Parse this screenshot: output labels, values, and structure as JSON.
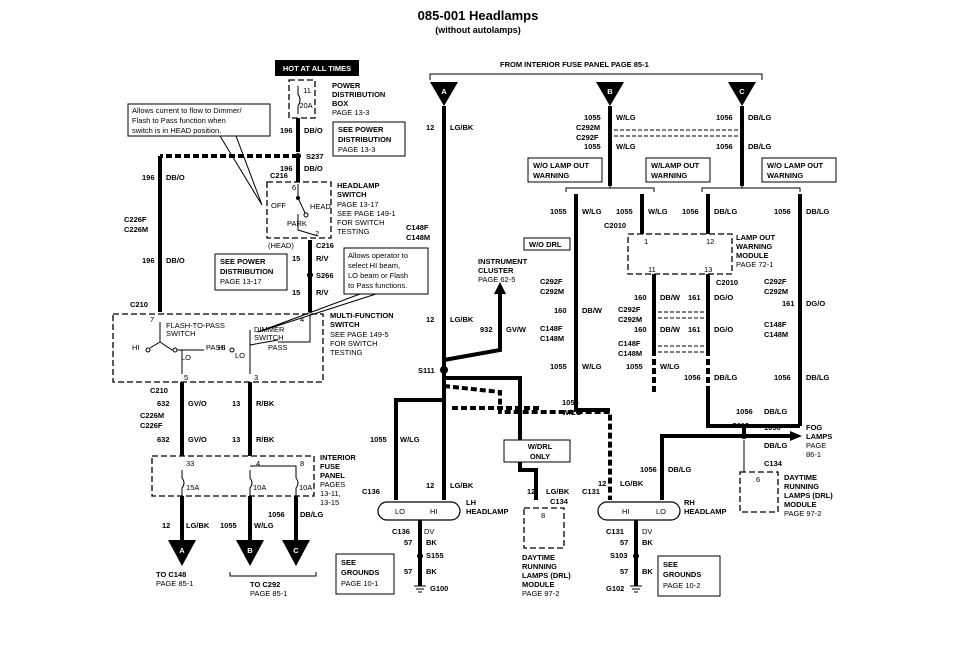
{
  "title": "085-001 Headlamps",
  "subtitle": "(without autolamps)",
  "labels": {
    "hot": "HOT AT ALL TIMES",
    "pdb1": "POWER",
    "pdb2": "DISTRIBUTION",
    "pdb3": "BOX",
    "pdb4": "PAGE 13-3",
    "fuse11": "11",
    "fuse20a": "20A",
    "w196": "196",
    "dbo": "DB/O",
    "seepdb1": "SEE POWER",
    "seepdb2": "DISTRIBUTION",
    "seepdb3": "PAGE 13-3",
    "note1a": "Allows current to flow to Dimmer/",
    "note1b": "Flash to Pass function when",
    "note1c": "switch is in HEAD position.",
    "s237": "S237",
    "c216": "C216",
    "hs1": "HEADLAMP",
    "hs2": "SWITCH",
    "hs3": "PAGE 13-17",
    "hs4": "SEE PAGE 149-1",
    "hs5": "FOR SWITCH",
    "hs6": "TESTING",
    "off": "OFF",
    "park": "PARK",
    "head": "HEAD",
    "c226f": "C226F",
    "c226m": "C226M",
    "c216b": "C216",
    "w15": "15",
    "rv": "R/V",
    "s266": "S266",
    "seepdb4": "SEE POWER",
    "seepdb5": "DISTRIBUTION",
    "seepdb6": "PAGE 13-17",
    "note2a": "Allows operator to",
    "note2b": "select HI beam,",
    "note2c": "LO beam or Flash",
    "note2d": "to Pass functions.",
    "c210": "C210",
    "mfs1": "MULTI-FUNCTION",
    "mfs2": "SWITCH",
    "mfs3": "SEE PAGE 149-5",
    "mfs4": "FOR SWITCH",
    "mfs5": "TESTING",
    "ftp1": "FLASH-TO-PASS",
    "ftp2": "SWITCH",
    "dim1": "DIMMER",
    "dim2": "SWITCH",
    "hi": "HI",
    "lo": "LO",
    "pass": "PASS",
    "w632": "632",
    "gvo": "GV/O",
    "w13": "13",
    "rbk": "R/BK",
    "c210b": "C210",
    "c226m2": "C226M",
    "c226f2": "C226F",
    "ifp1": "INTERIOR",
    "ifp2": "FUSE",
    "ifp3": "PANEL",
    "ifp4": "PAGES",
    "ifp5": "13-11,",
    "ifp6": "13-15",
    "f33": "33",
    "f4": "4",
    "f8": "8",
    "f15a": "15A",
    "f10a": "10A",
    "f10a2": "10A",
    "w12": "12",
    "lgbk": "LG/BK",
    "w1055": "1055",
    "wlg": "W/LG",
    "w1056": "1056",
    "dblg": "DB/LG",
    "conA": "A",
    "conB": "B",
    "conC": "C",
    "toc148": "TO C148",
    "page851": "PAGE 85-1",
    "toc292": "TO C292",
    "page851b": "PAGE 85-1",
    "fromifp": "FROM INTERIOR FUSE PANEL PAGE 85-1",
    "c292m": "C292M",
    "c292f": "C292F",
    "wo_lo1": "W/O LAMP OUT",
    "wo_lo2": "WARNING",
    "w_lo1": "W/LAMP OUT",
    "w_lo2": "WARNING",
    "wo_lo3": "W/O LAMP OUT",
    "wo_lo4": "WARNING",
    "c2010": "C2010",
    "c2010b": "C2010",
    "low1": "LAMP OUT",
    "low2": "WARNING",
    "low3": "MODULE",
    "low4": "PAGE 72-1",
    "m1": "1",
    "m12": "12",
    "m11": "11",
    "m13": "13",
    "w160": "160",
    "dbw": "DB/W",
    "w161": "161",
    "dgo": "DG/O",
    "c148f": "C148F",
    "c148m": "C148M",
    "wodrl": "W/O DRL",
    "ic1": "INSTRUMENT",
    "ic2": "CLUSTER",
    "ic3": "PAGE 62-5",
    "w932": "932",
    "gvw": "GV/W",
    "s111": "S111",
    "wdrl1": "W/DRL",
    "wdrl2": "ONLY",
    "s112": "S112",
    "fog1": "FOG",
    "fog2": "LAMPS",
    "fog3": "PAGE",
    "fog4": "86-1",
    "c134": "C134",
    "c134b": "C134",
    "drl1": "DAYTIME",
    "drl2": "RUNNING",
    "drl3": "LAMPS (DRL)",
    "drl4": "MODULE",
    "drl5": "PAGE 97-2",
    "drlb1": "DAYTIME",
    "drlb2": "RUNNING",
    "drlb3": "LAMPS (DRL)",
    "drlb4": "MODULE",
    "drlb5": "PAGE 97-2",
    "c136": "C136",
    "c136b": "C136",
    "c131": "C131",
    "c131b": "C131",
    "lh1": "LH",
    "lh2": "HEADLAMP",
    "rh1": "RH",
    "rh2": "HEADLAMP",
    "w57": "57",
    "bk": "BK",
    "dv": "DV",
    "s155": "S155",
    "s103": "S103",
    "g100": "G100",
    "g102": "G102",
    "sg1": "SEE",
    "sg2": "GROUNDS",
    "sg3": "PAGE 10-1",
    "sg4": "SEE",
    "sg5": "GROUNDS",
    "sg6": "PAGE 10-2",
    "p2": "2",
    "p6": "6",
    "p5": "5",
    "p3": "3",
    "p7": "7",
    "p4": "4",
    "p1": "1",
    "head_pin": "(HEAD)"
  }
}
